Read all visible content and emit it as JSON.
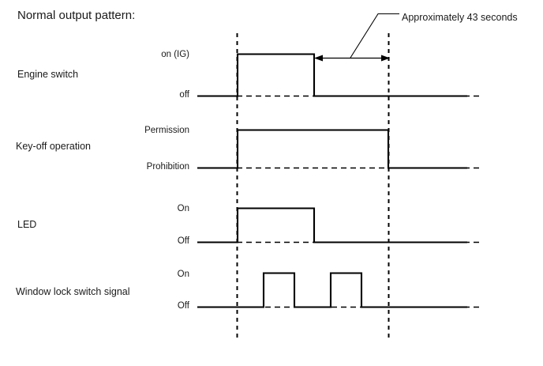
{
  "title": "Normal output pattern:",
  "callout": {
    "text": "Approximately 43 seconds",
    "duration_seconds": 43
  },
  "rows": [
    {
      "name": "Engine switch",
      "label": "Engine switch",
      "high_level_label": "on (IG)",
      "low_level_label": "off"
    },
    {
      "name": "Key-off operation",
      "label": "Key-off operation",
      "high_level_label": "Permission",
      "low_level_label": "Prohibition"
    },
    {
      "name": "LED",
      "label": "LED",
      "high_level_label": "On",
      "low_level_label": "Off"
    },
    {
      "name": "Window lock switch signal",
      "label": "Window lock switch signal",
      "high_level_label": "On",
      "low_level_label": "Off"
    }
  ],
  "colors": {
    "line": "#000000",
    "background": "#ffffff",
    "text": "#1a1a1a"
  },
  "chart_data": {
    "type": "line",
    "title": "Normal output pattern:",
    "xlabel": "",
    "ylabel": "",
    "grid": false,
    "legend": false,
    "annotations": [
      {
        "text": "Approximately 43 seconds",
        "measures_between": [
          "engine-switch-off-edge",
          "second-marker"
        ],
        "value": 43,
        "unit": "seconds"
      }
    ],
    "markers": [
      {
        "name": "marker-1",
        "x": 300
      },
      {
        "name": "marker-2",
        "x": 492
      }
    ],
    "series": [
      {
        "name": "Engine switch",
        "levels": [
          "off",
          "on (IG)"
        ],
        "points": [
          {
            "x": 250,
            "level": "off"
          },
          {
            "x": 301,
            "level": "off"
          },
          {
            "x": 301,
            "level": "on (IG)"
          },
          {
            "x": 398,
            "level": "on (IG)"
          },
          {
            "x": 398,
            "level": "off"
          },
          {
            "x": 610,
            "level": "off"
          }
        ]
      },
      {
        "name": "Key-off operation",
        "levels": [
          "Prohibition",
          "Permission"
        ],
        "points": [
          {
            "x": 250,
            "level": "Prohibition"
          },
          {
            "x": 301,
            "level": "Prohibition"
          },
          {
            "x": 301,
            "level": "Permission"
          },
          {
            "x": 492,
            "level": "Permission"
          },
          {
            "x": 492,
            "level": "Prohibition"
          },
          {
            "x": 610,
            "level": "Prohibition"
          }
        ]
      },
      {
        "name": "LED",
        "levels": [
          "Off",
          "On"
        ],
        "points": [
          {
            "x": 250,
            "level": "Off"
          },
          {
            "x": 301,
            "level": "Off"
          },
          {
            "x": 301,
            "level": "On"
          },
          {
            "x": 398,
            "level": "On"
          },
          {
            "x": 398,
            "level": "Off"
          },
          {
            "x": 610,
            "level": "Off"
          }
        ]
      },
      {
        "name": "Window lock switch signal",
        "levels": [
          "Off",
          "On"
        ],
        "points": [
          {
            "x": 250,
            "level": "Off"
          },
          {
            "x": 334,
            "level": "Off"
          },
          {
            "x": 334,
            "level": "On"
          },
          {
            "x": 373,
            "level": "On"
          },
          {
            "x": 373,
            "level": "Off"
          },
          {
            "x": 419,
            "level": "Off"
          },
          {
            "x": 419,
            "level": "On"
          },
          {
            "x": 458,
            "level": "On"
          },
          {
            "x": 458,
            "level": "Off"
          },
          {
            "x": 610,
            "level": "Off"
          }
        ]
      }
    ]
  }
}
